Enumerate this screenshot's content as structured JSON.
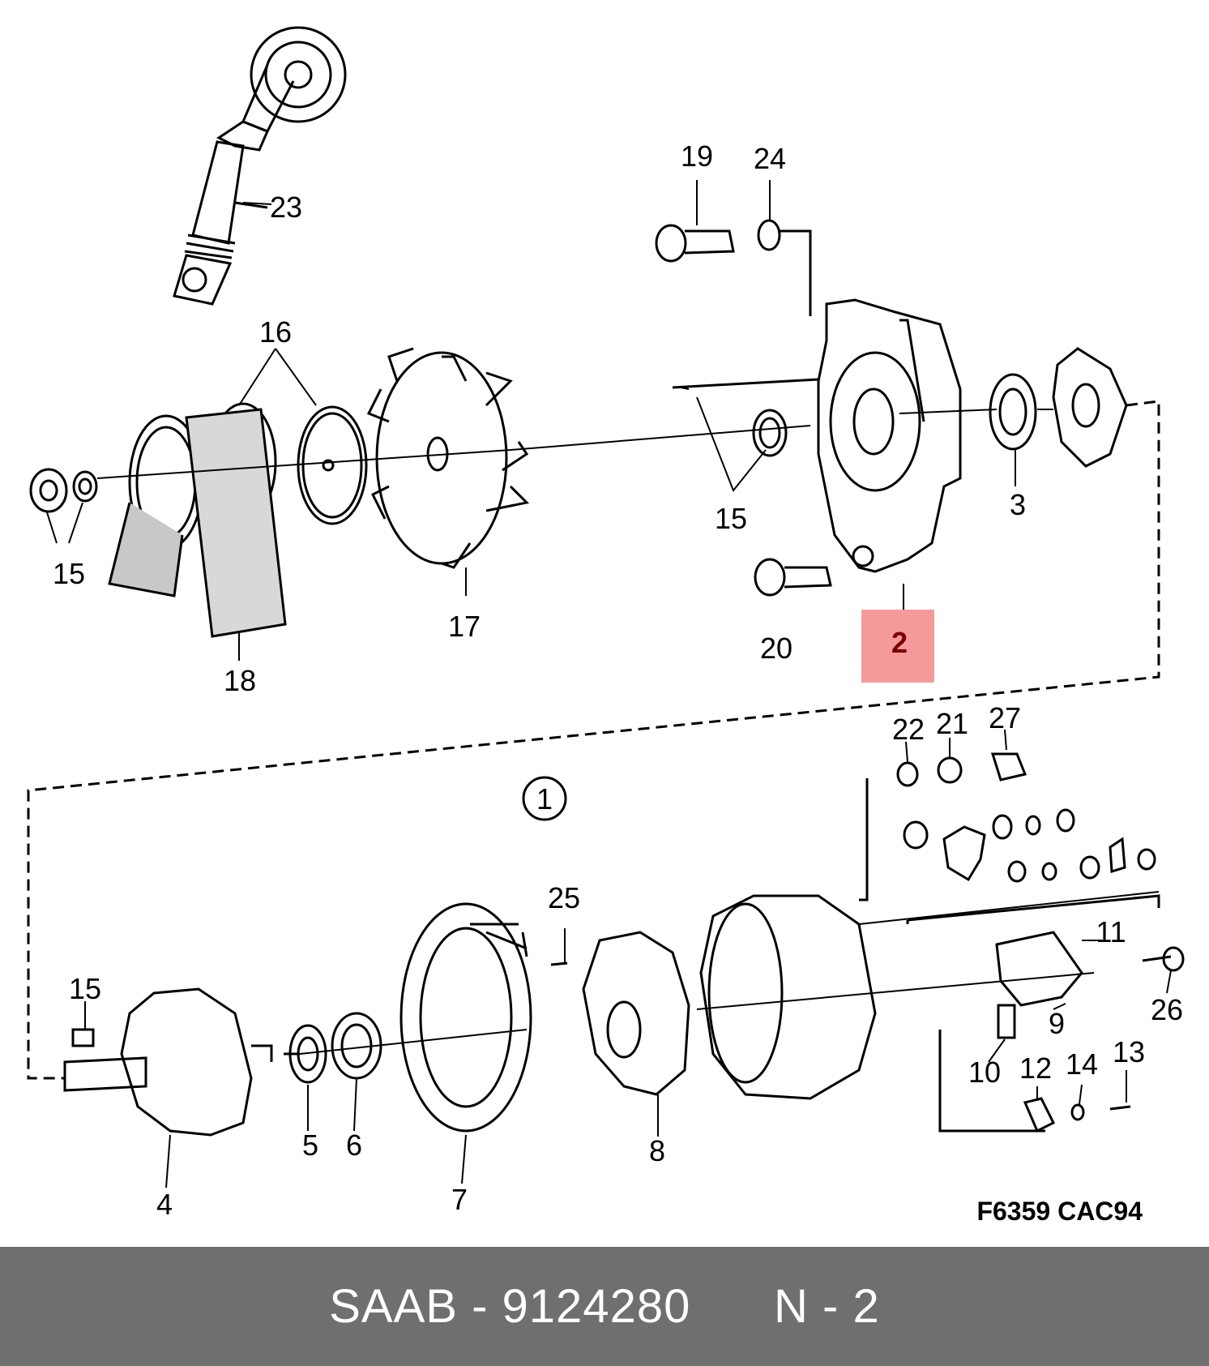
{
  "diagram": {
    "labels": {
      "p23": "23",
      "p16": "16",
      "p19": "19",
      "p24": "24",
      "p15a": "15",
      "p15b": "15",
      "p15c": "15",
      "p17": "17",
      "p18": "18",
      "p3": "3",
      "p20": "20",
      "p2": "2",
      "p22": "22",
      "p21": "21",
      "p27": "27",
      "p1": "1",
      "p25": "25",
      "p11": "11",
      "p26": "26",
      "p9": "9",
      "p10": "10",
      "p12": "12",
      "p14": "14",
      "p13": "13",
      "p4": "4",
      "p5": "5",
      "p6": "6",
      "p7": "7",
      "p8": "8"
    },
    "figure_code": "F6359 CAC94",
    "highlight_color": "#f49a9a"
  },
  "footer": {
    "brand": "SAAB",
    "part_number": "9124280",
    "position": "N - 2",
    "separator": " - "
  }
}
